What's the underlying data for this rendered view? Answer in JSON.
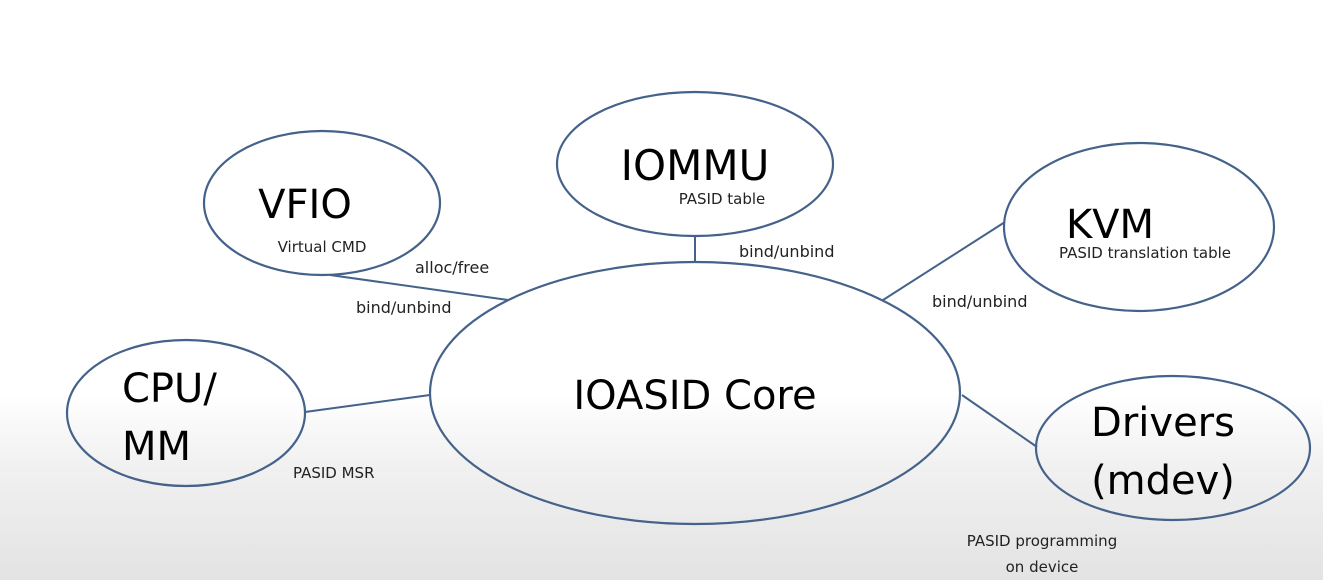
{
  "diagram": {
    "core": {
      "title": "IOASID Core"
    },
    "iommu": {
      "title": "IOMMU",
      "subtitle": "PASID table"
    },
    "vfio": {
      "title": "VFIO",
      "subtitle": "Virtual CMD"
    },
    "kvm": {
      "title": "KVM",
      "subtitle": "PASID translation table"
    },
    "cpu_mm": {
      "title_line1": "CPU/",
      "title_line2": "MM"
    },
    "drivers": {
      "title_line1": "Drivers",
      "title_line2": "(mdev)"
    },
    "edges": {
      "vfio_alloc": "alloc/free",
      "vfio_bind": "bind/unbind",
      "iommu_bind": "bind/unbind",
      "kvm_bind": "bind/unbind",
      "cpu_msr": "PASID MSR",
      "drivers_line1": "PASID programming",
      "drivers_line2": "on device"
    }
  }
}
